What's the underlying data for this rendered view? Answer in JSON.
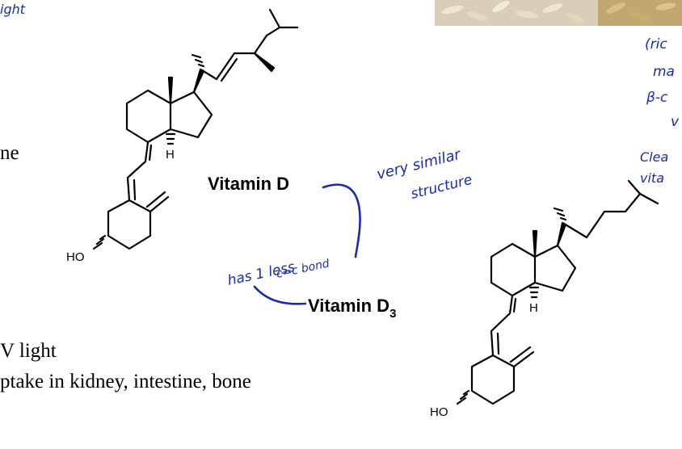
{
  "slide": {
    "body_lines": [
      {
        "id": "line_1",
        "text": "ne"
      },
      {
        "id": "line_2",
        "text": "V light"
      },
      {
        "id": "line_3",
        "text": "ptake in kidney, intestine, bone"
      }
    ]
  },
  "labels": {
    "vitamin_d": "Vitamin D",
    "vitamin_d3_main": "Vitamin D",
    "vitamin_d3_sub": "3"
  },
  "molecule_top": {
    "ho_label": "HO",
    "h_label": "H"
  },
  "molecule_bottom": {
    "ho_label": "HO",
    "h_label": "H"
  },
  "annotations": {
    "top_left": "ight",
    "similar_line1": "very similar",
    "similar_line2": "structure",
    "less_line1": "has 1 less",
    "less_line2": "c=c bond",
    "right_1": "(ric",
    "right_2": "ma",
    "right_3": "β-c",
    "right_4": "v",
    "right_5": "Clea",
    "right_6": "vita"
  },
  "colors": {
    "ink": "#1a2ab0",
    "bond": "#000000",
    "text": "#000000",
    "rice_light": "#d9cfb8",
    "rice_dark": "#b49c62"
  }
}
